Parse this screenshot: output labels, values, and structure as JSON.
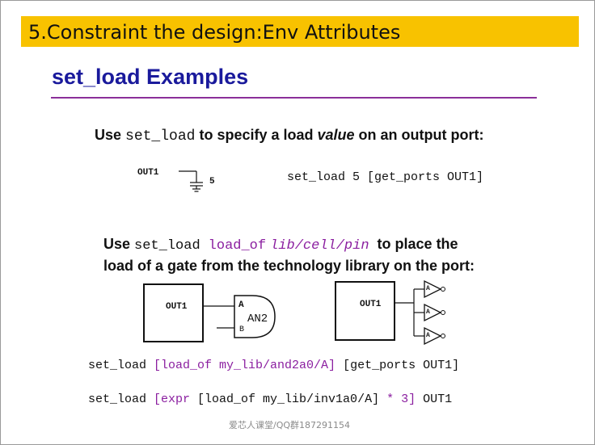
{
  "banner": {
    "text": "5.Constraint the design:Env Attributes"
  },
  "title": "set_load Examples",
  "example1": {
    "prefix": "Use ",
    "cmd": "set_load",
    "mid": " to specify a load ",
    "value_word": "value",
    "suffix": " on an output port:",
    "port_label": "OUT1",
    "cap_value": "5",
    "command": "set_load 5 [get_ports OUT1]"
  },
  "example2": {
    "prefix": "Use ",
    "cmd": "set_load",
    "load_of": "load_of",
    "path": "lib/cell/pin",
    "suffix": " to place the",
    "line2": "load of a gate from the technology library on the port:",
    "left_diagram": {
      "port_label": "OUT1",
      "gate_name": "AN2",
      "pin_a": "A",
      "pin_b": "B"
    },
    "right_diagram": {
      "port_label": "OUT1",
      "inv_pin_1": "A",
      "inv_pin_2": "A",
      "inv_pin_3": "A"
    },
    "cmd1": {
      "a": "set_load ",
      "b": "[load_of my_lib/and2a0/A]",
      "c": " [get_ports OUT1]"
    },
    "cmd2": {
      "a": "set_load ",
      "b": "[expr ",
      "c": "[load_of my_lib/inv1a0/A]",
      "d": " * 3]",
      "e": " OUT1"
    }
  },
  "footer": "爱芯人课堂/QQ群187291154"
}
